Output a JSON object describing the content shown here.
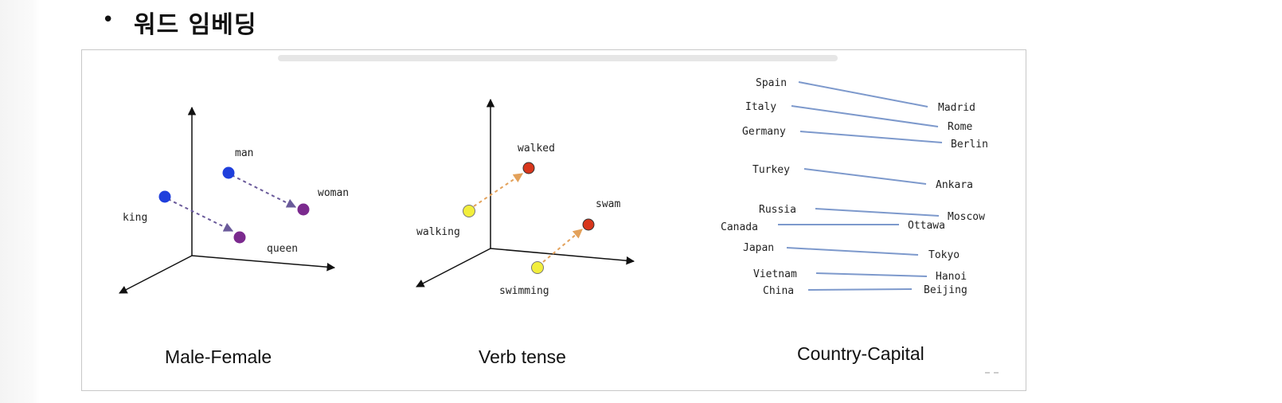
{
  "page": {
    "bullet": "•",
    "heading": "워드 임베딩"
  },
  "figure": {
    "panels": [
      {
        "id": "male-female",
        "caption": "Male-Female",
        "words": {
          "man": "man",
          "woman": "woman",
          "king": "king",
          "queen": "queen"
        }
      },
      {
        "id": "verb-tense",
        "caption": "Verb tense",
        "words": {
          "walked": "walked",
          "walking": "walking",
          "swam": "swam",
          "swimming": "swimming"
        }
      },
      {
        "id": "country-capital",
        "caption": "Country-Capital",
        "pairs": [
          {
            "country": "Spain",
            "capital": "Madrid"
          },
          {
            "country": "Italy",
            "capital": "Rome"
          },
          {
            "country": "Germany",
            "capital": "Berlin"
          },
          {
            "country": "Turkey",
            "capital": "Ankara"
          },
          {
            "country": "Russia",
            "capital": "Moscow"
          },
          {
            "country": "Canada",
            "capital": "Ottawa"
          },
          {
            "country": "Japan",
            "capital": "Tokyo"
          },
          {
            "country": "Vietnam",
            "capital": "Hanoi"
          },
          {
            "country": "China",
            "capital": "Beijing"
          }
        ]
      }
    ],
    "colors": {
      "blue_dot": "#1f3fdc",
      "purple_dot": "#7b2a8e",
      "yellow_dot": "#f2ee3c",
      "red_dot": "#d8361c",
      "purple_arrow": "#6a5a9a",
      "orange_arrow": "#e3a15a",
      "link_line": "#7d99cc",
      "axis": "#111111"
    }
  }
}
